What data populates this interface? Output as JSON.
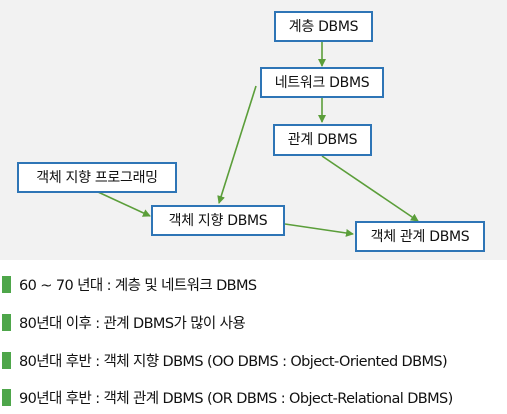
{
  "diagram": {
    "nodes": {
      "hierarchical": "계층 DBMS",
      "network": "네트워크 DBMS",
      "relational": "관계 DBMS",
      "oop": "객체 지향 프로그래밍",
      "object_oriented": "객체 지향 DBMS",
      "object_relational": "객체 관계 DBMS"
    },
    "colors": {
      "node_border": "#2e75b6",
      "arrow": "#5b9e3a",
      "bullet": "#4ea64a",
      "background": "#f2f2f2"
    }
  },
  "legend": [
    "60 ~ 70 년대 : 계층 및 네트워크 DBMS",
    "80년대 이후 : 관계 DBMS가 많이 사용",
    "80년대 후반 : 객체 지향 DBMS (OO DBMS : Object-Oriented DBMS)",
    "90년대 후반 : 객체 관계 DBMS (OR DBMS : Object-Relational DBMS)"
  ]
}
